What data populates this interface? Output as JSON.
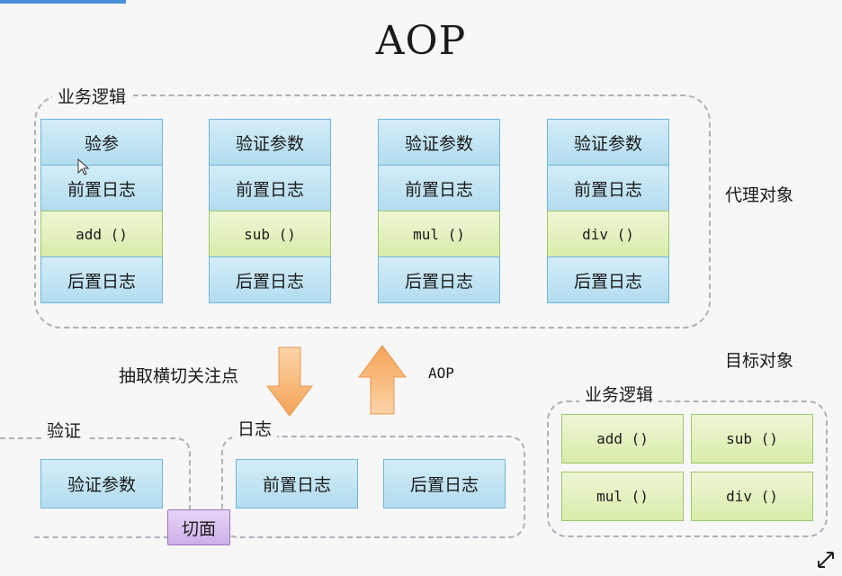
{
  "title": "AOP",
  "proxy_group": {
    "label": "业务逻辑",
    "side_label": "代理对象",
    "columns": [
      {
        "cells": [
          "验参",
          "前置日志",
          "add ()",
          "后置日志"
        ]
      },
      {
        "cells": [
          "验证参数",
          "前置日志",
          "sub ()",
          "后置日志"
        ]
      },
      {
        "cells": [
          "验证参数",
          "前置日志",
          "mul ()",
          "后置日志"
        ]
      },
      {
        "cells": [
          "验证参数",
          "前置日志",
          "div ()",
          "后置日志"
        ]
      }
    ]
  },
  "arrows": {
    "extract_label": "抽取横切关注点",
    "aop_label": "AOP"
  },
  "target": {
    "title": "目标对象",
    "group_label": "业务逻辑",
    "methods": [
      "add ()",
      "sub ()",
      "mul ()",
      "div ()"
    ]
  },
  "validation": {
    "label": "验证",
    "item": "验证参数"
  },
  "logging": {
    "label": "日志",
    "items": [
      "前置日志",
      "后置日志"
    ]
  },
  "aspect_label": "切面",
  "colors": {
    "blue_cell": "#c3e4f3",
    "green_cell": "#e2f1c0",
    "arrow_orange": "#f7b778",
    "aspect_purple": "#d8bff0"
  }
}
